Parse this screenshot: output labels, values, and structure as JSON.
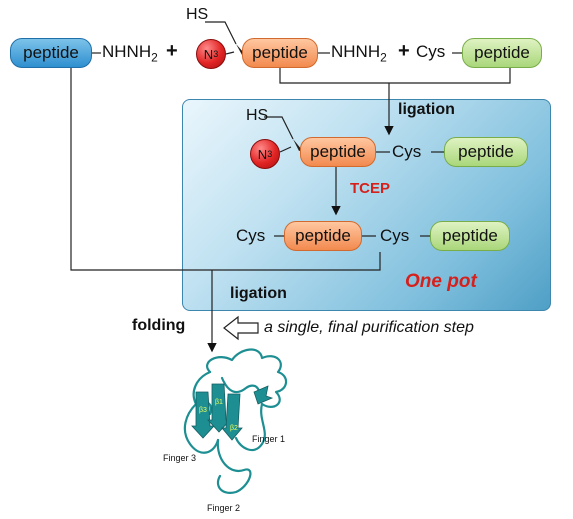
{
  "reactants": {
    "peptide_label": "peptide",
    "hydrazide": "NHNH",
    "hydrazide_sub": "2",
    "plus": "+",
    "hs": "HS",
    "n3": "N",
    "n3_sub": "3",
    "cys": "Cys"
  },
  "labels": {
    "ligation_top": "ligation",
    "tcep": "TCEP",
    "ligation_bottom": "ligation",
    "one_pot": "One pot",
    "folding": "folding",
    "purification": "a single, final purification step"
  },
  "structure": {
    "finger1": "Finger 1",
    "finger2": "Finger 2",
    "finger3": "Finger 3",
    "b1": "β1",
    "b2": "β2",
    "b3": "β3"
  },
  "colors": {
    "blue": "#2f8fcf",
    "orange": "#f28a4f",
    "green": "#a9d77a",
    "red": "#d6201c",
    "teal": "#1d8f93"
  }
}
